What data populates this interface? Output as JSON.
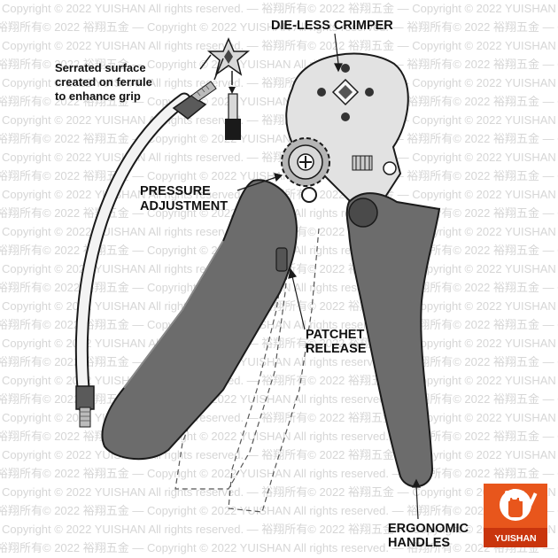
{
  "watermark": {
    "line_a": "Copyright © 2022 YUISHAN All rights reserved. — 裕翔所有© 2022 裕翔五金 — Copyright © 2022 YUISHAN All rights reserved.",
    "line_b": "裕翔所有© 2022 裕翔五金 — Copyright © 2022 YUISHAN All rights reserved. — 裕翔所有© 2022 裕翔五金 — Copyright © 2022"
  },
  "labels": {
    "serrated": [
      "Serrated surface",
      "created on ferrule",
      "to enhance grip"
    ],
    "die_less": "DIE-LESS CRIMPER",
    "pressure": [
      "PRESSURE",
      "ADJUSTMENT"
    ],
    "patchet": [
      "PATCHET",
      "RELEASE"
    ],
    "ergonomic": [
      "ERGONOMIC",
      "HANDLES"
    ]
  },
  "logo": {
    "text": "YUISHAN",
    "color": "#e8561c",
    "icon": "raised-fist-wrench-icon"
  },
  "colors": {
    "handle": "#6c6c6c",
    "metal": "#e2e2e2",
    "outline": "#1a1a1a"
  }
}
